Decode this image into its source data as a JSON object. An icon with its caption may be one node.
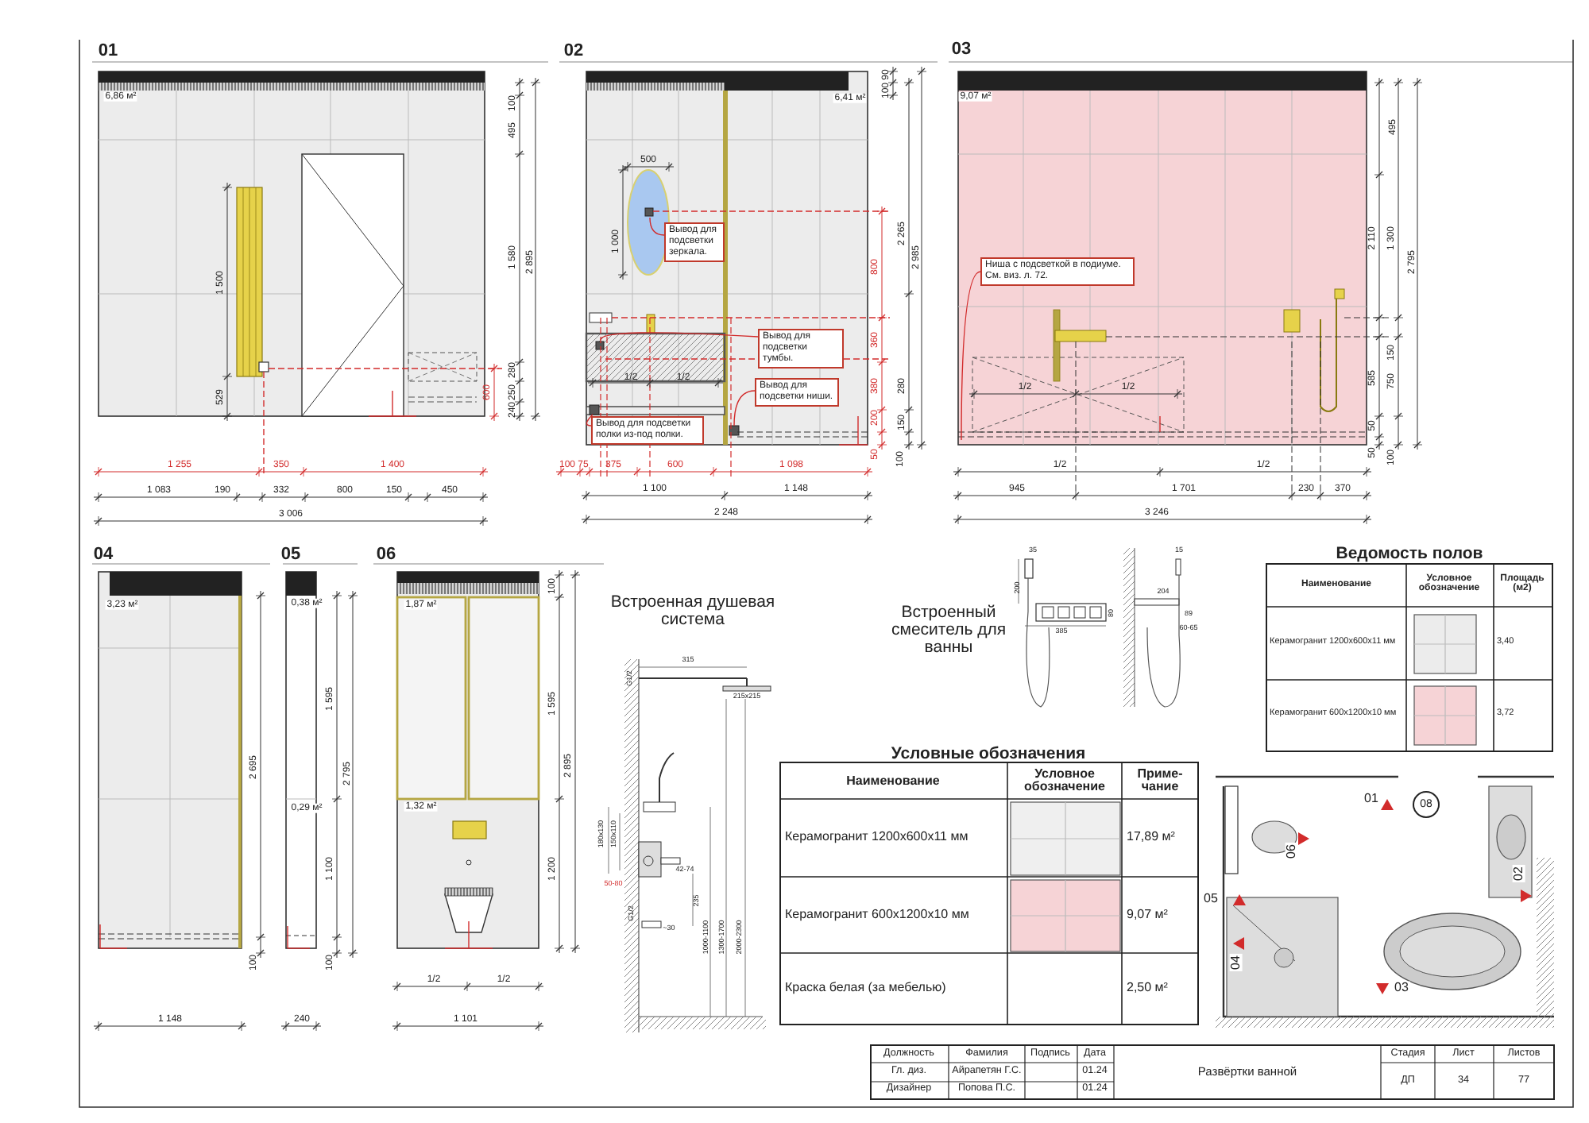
{
  "diagram": {
    "nodes": [
      {
        "text": [
          "Вывод для подсветки зеркала."
        ]
      },
      {
        "text": [
          "Вывод для подсветки тумбы."
        ]
      },
      {
        "text": [
          "Вывод для подсветки ниши."
        ]
      },
      {
        "text": [
          "Вывод для подсветки полки из-под полки."
        ]
      },
      {
        "text": [
          "Ниша с подсветкой в подиуме. См. виз. л. 72."
        ]
      },
      {
        "text": [
          "08"
        ]
      }
    ],
    "edges": [
      {
        "from": 0,
        "to": null,
        "arrow": "none"
      },
      {
        "from": 1,
        "to": null,
        "arrow": "none"
      },
      {
        "from": 2,
        "to": null,
        "arrow": "none"
      },
      {
        "from": 3,
        "to": null,
        "arrow": "none"
      },
      {
        "from": 4,
        "to": null,
        "arrow": "none"
      }
    ],
    "labels": [
      "01",
      "6,86 м²",
      "100",
      "495",
      "1 580",
      "2 895",
      "280",
      "250",
      "240",
      "600",
      "1 500",
      "529",
      "1 255",
      "350",
      "1 400",
      "1 083",
      "190",
      "332",
      "800",
      "150",
      "450",
      "3 006",
      "02",
      "6,41 м²",
      "90",
      "100",
      "500",
      "1 000",
      "2 265",
      "2 985",
      "800",
      "360",
      "1/2",
      "1/2",
      "380",
      "280",
      "200",
      "150",
      "50",
      "100",
      "100",
      "75",
      "375",
      "600",
      "1 098",
      "1 100",
      "1 148",
      "2 248",
      "03",
      "9,07 м²",
      "495",
      "2 110",
      "1 300",
      "2 795",
      "150",
      "1/2",
      "1/2",
      "585",
      "750",
      "50",
      "50",
      "100",
      "1/2",
      "1/2",
      "945",
      "1 701",
      "230",
      "370",
      "3 246",
      "04",
      "3,23 м²",
      "2 695",
      "100",
      "1 148",
      "05",
      "0,38 м²",
      "1 595",
      "2 795",
      "0,29 м²",
      "1 100",
      "100",
      "240",
      "06",
      "1,87 м²",
      "100",
      "1 595",
      "2 895",
      "1,32 м²",
      "1 200",
      "1/2",
      "1/2",
      "1 101",
      "Встроенная душевая система",
      "315",
      "G1/2",
      "215x215",
      "180x130",
      "150x110",
      "50-80",
      "42-74",
      "235",
      "G1/2",
      "~30",
      "1000-1100",
      "1300-1700",
      "2000-2300",
      "Встроенный смеситель для ванны",
      "35",
      "200",
      "80",
      "385",
      "15",
      "204",
      "89",
      "60-65",
      "Ведомость полов",
      "Наименование",
      "Условное обозначение",
      "Площадь (м2)",
      "Керамогранит 1200x600x11 мм",
      "3,40",
      "Керамогранит 600x1200x10 мм",
      "3,72",
      "Условные обозначения",
      "Наименование",
      "Условное обозначение",
      "Приме- чание",
      "Керамогранит 1200x600x11 мм",
      "17,89 м²",
      "Керамогранит 600x1200x10 мм",
      "9,07 м²",
      "Краска белая (за мебелью)",
      "2,50 м²",
      "01",
      "06",
      "02",
      "05",
      "04",
      "03",
      "Должность",
      "Фамилия",
      "Подпись",
      "Дата",
      "Гл. диз.",
      "Айрапетян Г.С.",
      "01.24",
      "Дизайнер",
      "Попова П.С.",
      "01.24",
      "Развёртки ванной",
      "Стадия",
      "Лист",
      "Листов",
      "ДП",
      "34",
      "77"
    ]
  }
}
